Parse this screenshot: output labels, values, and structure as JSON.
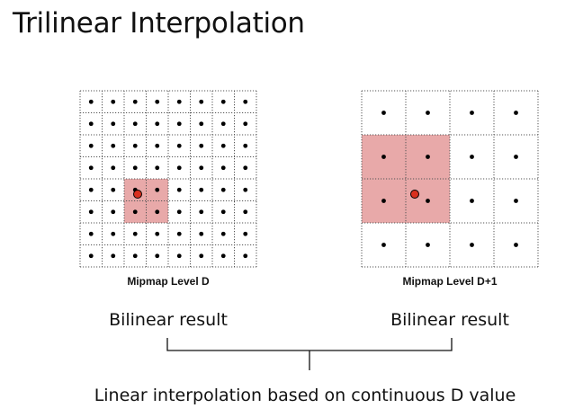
{
  "title": "Trilinear Interpolation",
  "level_d": {
    "caption": "Mipmap Level D",
    "grid_size": 8,
    "highlight_cells": {
      "first_col": 2,
      "first_row": 4,
      "span": 2
    }
  },
  "level_d1": {
    "caption": "Mipmap Level D+1",
    "grid_size": 4,
    "highlight_cells": {
      "first_col": 0,
      "first_row": 1,
      "span": 2
    }
  },
  "left_result": "Bilinear result",
  "right_result": "Bilinear result",
  "bottom_label": "Linear interpolation based on continuous D value",
  "colors": {
    "highlight_fill": "#e8a9a9",
    "sample_point_fill": "#d9301f",
    "texel_dot": "#000000",
    "grid_line": "#555555"
  }
}
